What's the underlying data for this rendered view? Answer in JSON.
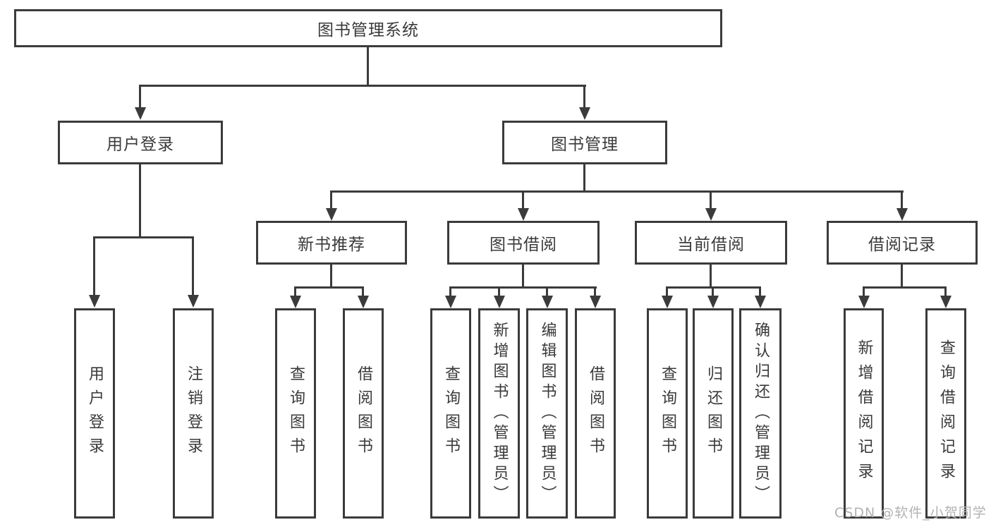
{
  "tree": {
    "root": {
      "label": "图书管理系统"
    },
    "login": {
      "label": "用户登录",
      "children": [
        {
          "label": "用户登录"
        },
        {
          "label": "注销登录"
        }
      ]
    },
    "manage": {
      "label": "图书管理",
      "sections": [
        {
          "label": "新书推荐",
          "children": [
            {
              "label": "查询图书"
            },
            {
              "label": "借阅图书"
            }
          ]
        },
        {
          "label": "图书借阅",
          "children": [
            {
              "label": "查询图书"
            },
            {
              "label": "新增图书（管理员）"
            },
            {
              "label": "编辑图书（管理员）"
            },
            {
              "label": "借阅图书"
            }
          ]
        },
        {
          "label": "当前借阅",
          "children": [
            {
              "label": "查询图书"
            },
            {
              "label": "归还图书"
            },
            {
              "label": "确认归还（管理员）"
            }
          ]
        },
        {
          "label": "借阅记录",
          "children": [
            {
              "label": "新增借阅记录"
            },
            {
              "label": "查询借阅记录"
            }
          ]
        }
      ]
    }
  },
  "watermark": {
    "text": "CSDN @软件_小贺同学"
  },
  "colors": {
    "line": "#3b3b3b",
    "text": "#3a3a3a",
    "background": "#ffffff",
    "watermark": "#b2b2b2"
  }
}
